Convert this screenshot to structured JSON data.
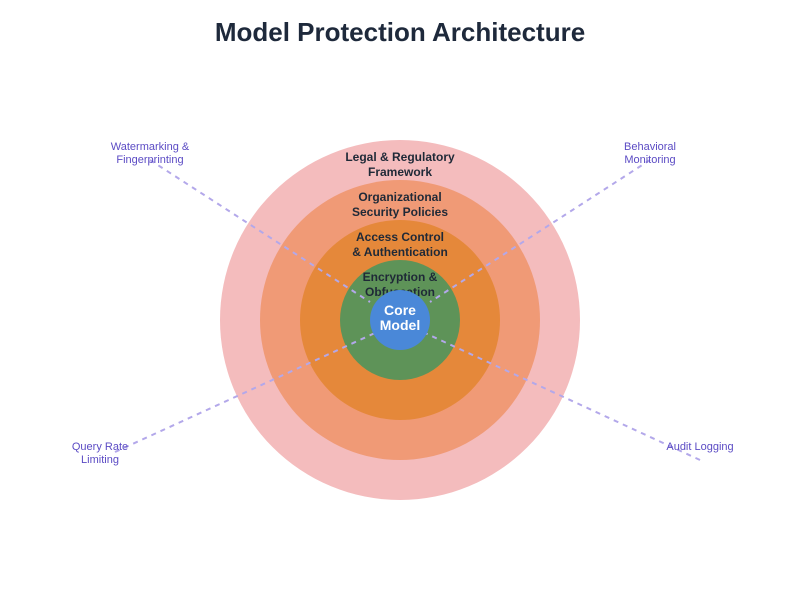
{
  "title": "Model Protection Architecture",
  "layers": [
    {
      "id": "legal",
      "lines": [
        "Legal & Regulatory",
        "Framework"
      ],
      "color": "#f4bcbd"
    },
    {
      "id": "org",
      "lines": [
        "Organizational",
        "Security Policies"
      ],
      "color": "#f09a76"
    },
    {
      "id": "access",
      "lines": [
        "Access Control",
        "& Authentication"
      ],
      "color": "#e5883a"
    },
    {
      "id": "encryption",
      "lines": [
        "Encryption &",
        "Obfuscation"
      ],
      "color": "#5e9358"
    }
  ],
  "core": {
    "lines": [
      "Core",
      "Model"
    ],
    "color": "#4a88d8"
  },
  "annotations": [
    {
      "id": "watermarking",
      "lines": [
        "Watermarking &",
        "Fingerprinting"
      ]
    },
    {
      "id": "behavioral",
      "lines": [
        "Behavioral",
        "Monitoring"
      ]
    },
    {
      "id": "query-rate",
      "lines": [
        "Query Rate",
        "Limiting"
      ]
    },
    {
      "id": "audit",
      "lines": [
        "Audit Logging"
      ]
    }
  ],
  "colors": {
    "connector": "#b3a8ea",
    "annotation_text": "#5b4bc4",
    "title_text": "#1e293b"
  }
}
